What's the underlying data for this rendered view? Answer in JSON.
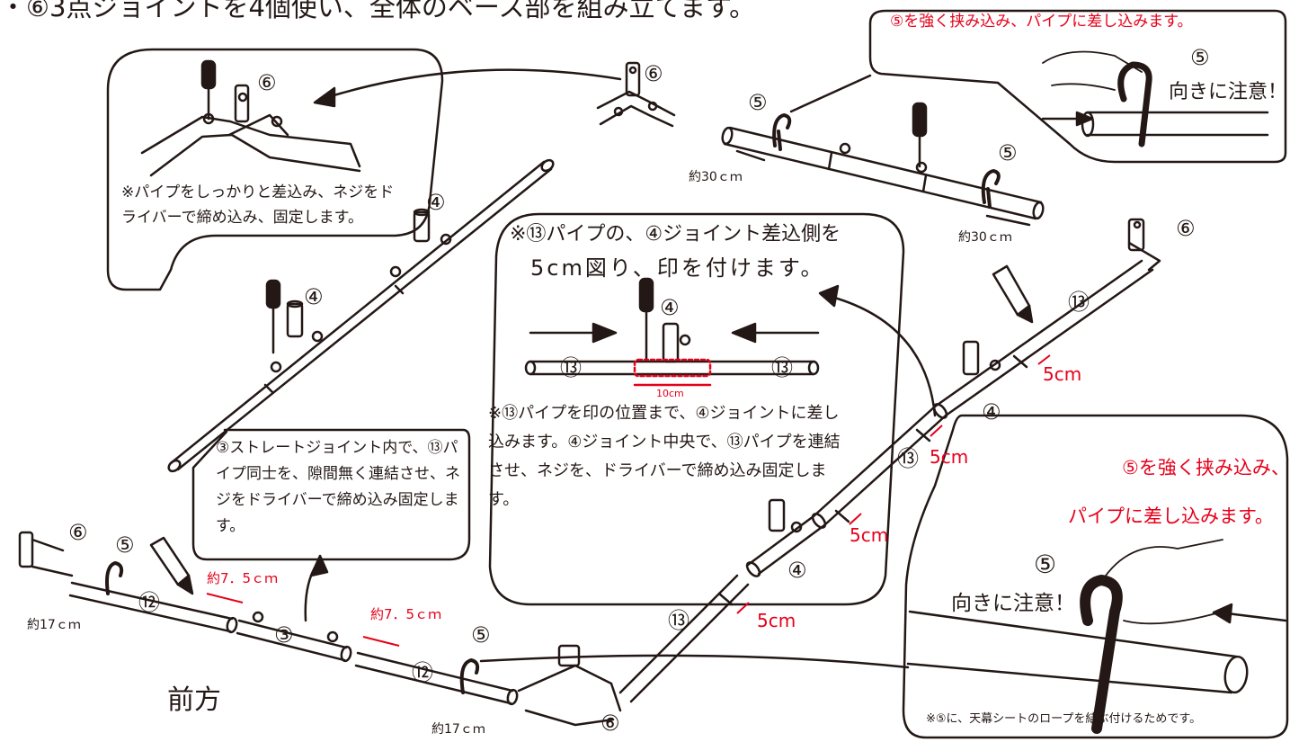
{
  "header": {
    "title": "・⑥3点ジョイントを4個使い、全体のベース部を組み立てます。"
  },
  "callouts": {
    "top_left": "※パイプをしっかりと差込み、ネジをドライバーで締め込み、固定します。",
    "center_title_1": "※⑬パイプの、④ジョイント差込側を",
    "center_title_2": "5cm図り、印を付けます。",
    "center_body": "※⑬パイプを印の位置まで、④ジョイントに差し込みます。④ジョイント中央で、⑬パイプを連結させ、ネジを、ドライバーで締め込み固定します。",
    "center_dim": "10cm",
    "left_mid": "③ストレートジョイント内で、⑬パイプ同士を、隙間無く連結させ、ネジをドライバーで締め込み固定します。",
    "top_right_title": "⑤を強く挟み込み、パイプに差し込みます。",
    "top_right_caution": "向きに注意！",
    "bottom_right_title_1": "⑤を強く挟み込み、",
    "bottom_right_title_2": "パイプに差し込みます。",
    "bottom_right_caution": "向きに注意！",
    "bottom_right_note": "※⑤に、天幕シートのロープを結ぶ付けるためです。",
    "front_label": "前方"
  },
  "parts": {
    "p3": "③",
    "p4": "④",
    "p5": "⑤",
    "p6": "⑥",
    "p12": "⑫",
    "p13": "⑬"
  },
  "dimensions": {
    "d30": "約30ｃｍ",
    "d17": "約17ｃｍ",
    "d75": "約7．5ｃｍ",
    "d5": "5cm"
  }
}
